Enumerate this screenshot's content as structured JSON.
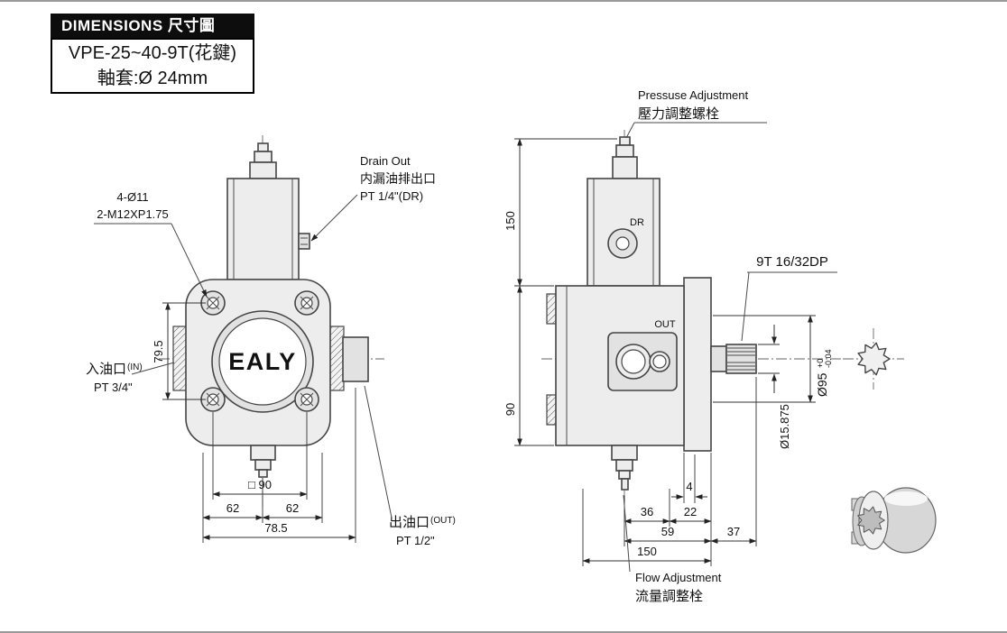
{
  "header": {
    "title": "DIMENSIONS 尺寸圖",
    "model": "VPE-25~40-9T(花鍵)",
    "shaft_sleeve": "軸套:Ø 24mm"
  },
  "front_view": {
    "bolt_holes": "4-Ø11",
    "bolt_thread": "2-M12XP1.75",
    "dim_bolt_vertical": "79.5",
    "inlet_label": "入油口",
    "inlet_tag": "(IN)",
    "inlet_thread": "PT 3/4\"",
    "drain_label_en": "Drain Out",
    "drain_label_zh": "内漏油排出口",
    "drain_thread": "PT 1/4\"(DR)",
    "logo": "EALY",
    "dim_square": "□ 90",
    "dim_left_62": "62",
    "dim_right_62": "62",
    "dim_width_total": "78.5",
    "outlet_label": "出油口",
    "outlet_tag": "(OUT)",
    "outlet_thread": "PT 1/2\""
  },
  "side_view": {
    "pressure_adj_en": "Pressuse Adjustment",
    "pressure_adj_zh": "壓力調整螺栓",
    "dim_height_upper": "150",
    "dim_height_lower": "90",
    "drain_port": "DR",
    "outlet_port": "OUT",
    "spline_spec": "9T 16/32DP",
    "dia_pilot": "Ø95",
    "dia_pilot_tol_upper": "+0",
    "dia_pilot_tol_lower": "-0.04",
    "dia_shaft": "Ø15.875",
    "dim_4": "4",
    "dim_36": "36",
    "dim_22": "22",
    "dim_59": "59",
    "dim_37": "37",
    "dim_length_total": "150",
    "flow_adj_en": "Flow Adjustment",
    "flow_adj_zh": "流量調整栓"
  },
  "colors": {
    "line": "#454545",
    "body_fill": "#ededed",
    "header_bg": "#0d0d0d",
    "header_text": "#ffffff"
  }
}
